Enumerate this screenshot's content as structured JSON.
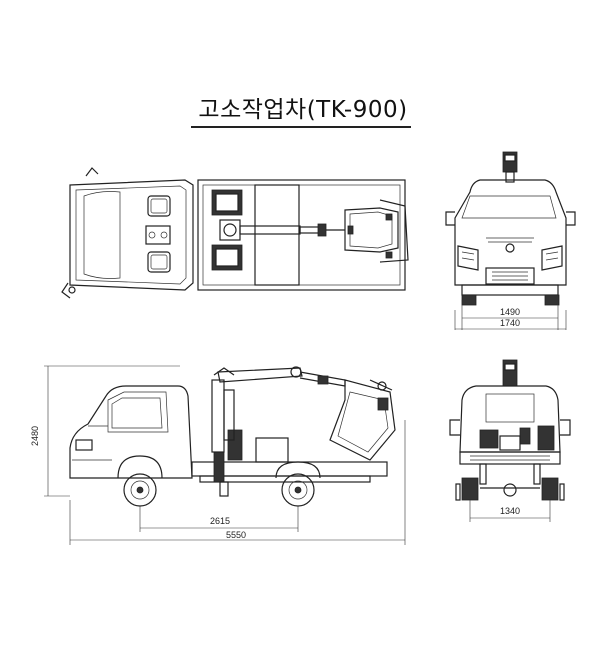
{
  "title": "고소작업차(TK-900)",
  "dimensions": {
    "front_inner_width": "1490",
    "front_outer_width": "1740",
    "height": "2480",
    "wheelbase": "2615",
    "overall_length": "5550",
    "rear_width": "1340"
  }
}
